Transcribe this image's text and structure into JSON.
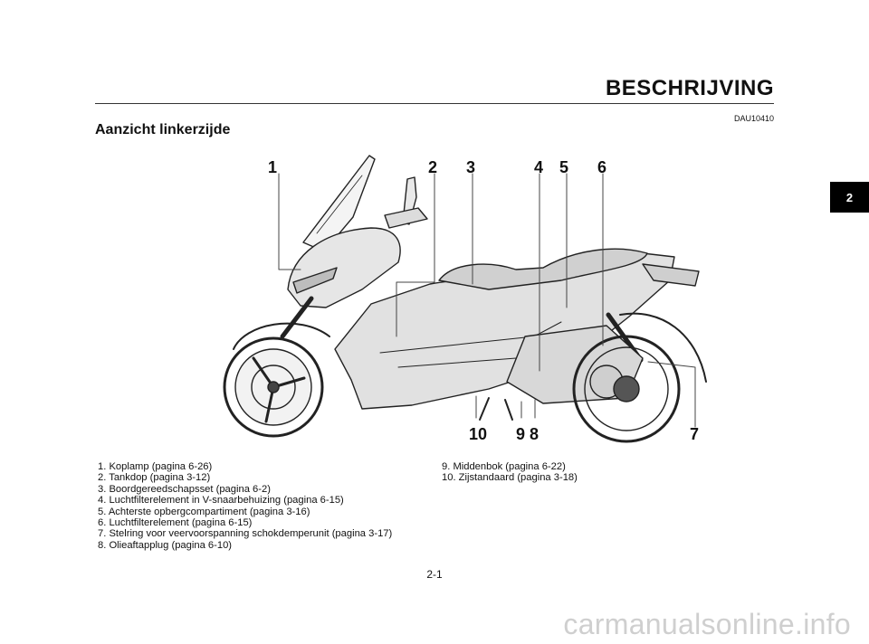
{
  "header": {
    "title": "BESCHRIJVING",
    "code": "DAU10410"
  },
  "section": {
    "title": "Aanzicht linkerzijde"
  },
  "chapter_tab": "2",
  "callouts": [
    "1",
    "2",
    "3",
    "4",
    "5",
    "6",
    "7",
    "8",
    "9",
    "10"
  ],
  "legend_left": [
    "1. Koplamp (pagina 6-26)",
    "2. Tankdop (pagina 3-12)",
    "3. Boordgereedschapsset (pagina 6-2)",
    "4. Luchtfilterelement in V-snaarbehuizing (pagina 6-15)",
    "5. Achterste opbergcompartiment (pagina 3-16)",
    "6. Luchtfilterelement (pagina 6-15)",
    "7. Stelring voor veervoorspanning schokdemperunit (pagina 3-17)",
    "8. Olieaftapplug (pagina 6-10)"
  ],
  "legend_right": [
    "9. Middenbok (pagina 6-22)",
    "10. Zijstandaard (pagina 3-18)"
  ],
  "page_number": "2-1",
  "watermark": "carmanualsonline.info"
}
